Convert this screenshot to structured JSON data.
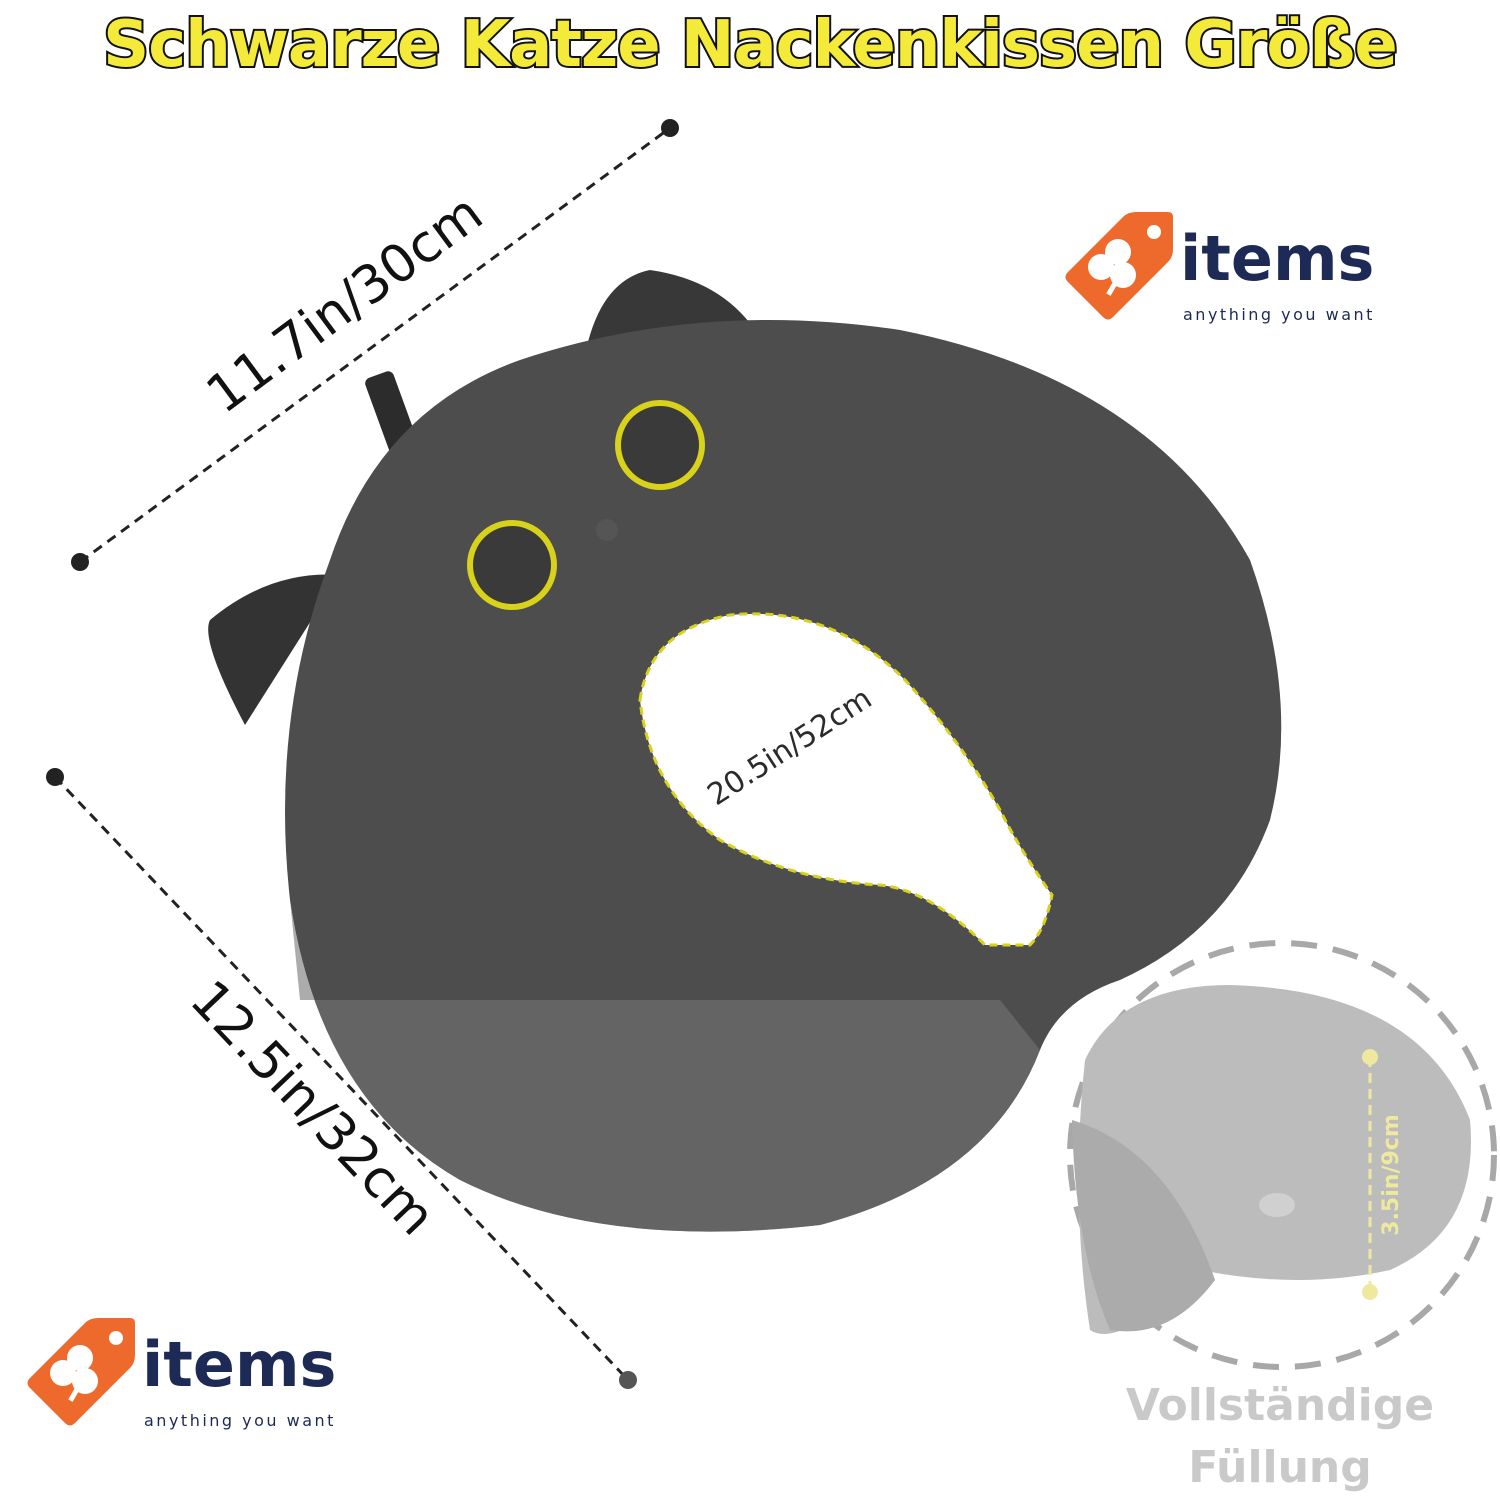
{
  "title": "Schwarze Katze Nackenkissen Größe",
  "dimensions": {
    "width": "11.7in/30cm",
    "height": "12.5in/32cm",
    "circumference": "20.5in/52cm",
    "thickness": "3.5in/9cm"
  },
  "logo": {
    "word": "items",
    "tagline": "anything you want"
  },
  "feature_label": {
    "line1": "Vollständige",
    "line2": "Füllung"
  },
  "colors": {
    "title_yellow": "#f3ea3a",
    "logo_orange": "#ee6a2c",
    "logo_navy": "#1c2a55",
    "pillow": "#4a4a4a",
    "eye_yellow": "#d8d21a"
  }
}
